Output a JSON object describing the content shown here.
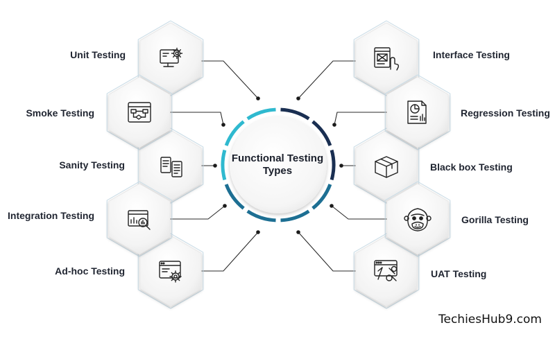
{
  "center": {
    "title_line1": "Functional Testing",
    "title_line2": "Types"
  },
  "left_items": [
    {
      "label": "Unit Testing",
      "icon": "monitor-gear-icon"
    },
    {
      "label": "Smoke Testing",
      "icon": "flowchart-window-icon"
    },
    {
      "label": "Sanity Testing",
      "icon": "documents-icon"
    },
    {
      "label": "Integration Testing",
      "icon": "chart-magnifier-icon"
    },
    {
      "label": "Ad-hoc Testing",
      "icon": "browser-gear-icon"
    }
  ],
  "right_items": [
    {
      "label": "Interface Testing",
      "icon": "touch-interface-icon"
    },
    {
      "label": "Regression Testing",
      "icon": "report-chart-icon"
    },
    {
      "label": "Black box Testing",
      "icon": "box-icon"
    },
    {
      "label": "Gorilla Testing",
      "icon": "gorilla-icon"
    },
    {
      "label": "UAT Testing",
      "icon": "browser-tools-icon"
    }
  ],
  "watermark": "TechiesHub9.com",
  "colors": {
    "ring_light": "#2fb9cf",
    "ring_mid": "#1d6f93",
    "ring_dark": "#1a2f52",
    "hex_outline": "#c9dde8",
    "connector": "#2a2a2a"
  }
}
